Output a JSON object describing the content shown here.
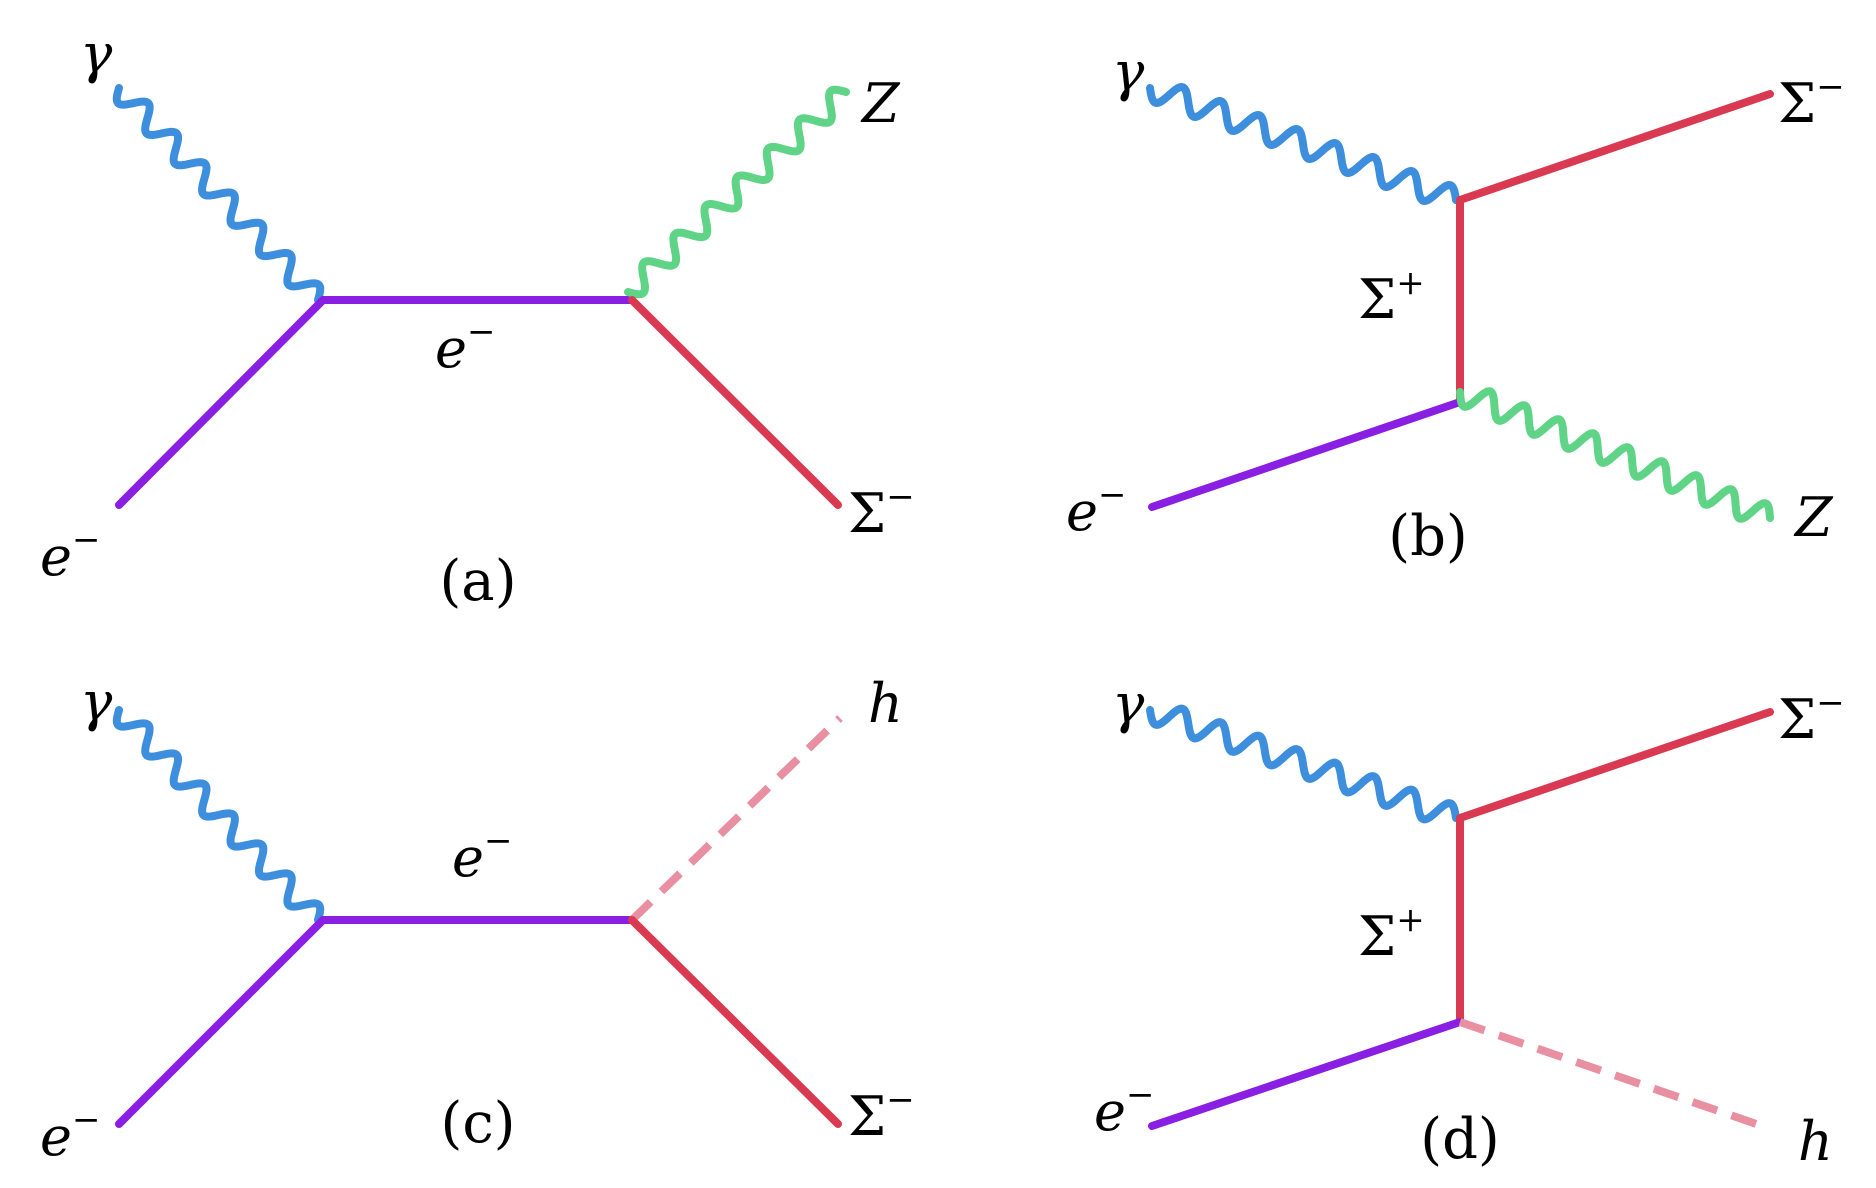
{
  "colors": {
    "photon": "#3d8fde",
    "electron": "#8a1fe4",
    "sigma": "#d93a52",
    "z_boson": "#5fd486",
    "higgs": "#e890a2"
  },
  "diagrams": {
    "a": {
      "caption": "(a)",
      "photon_label": "γ",
      "electron_in_label": "e",
      "electron_in_sup": "−",
      "propagator_label": "e",
      "propagator_sup": "−",
      "boson_out_label": "Z",
      "sigma_out_label": "Σ",
      "sigma_out_sup": "−"
    },
    "b": {
      "caption": "(b)",
      "photon_label": "γ",
      "electron_in_label": "e",
      "electron_in_sup": "−",
      "propagator_label": "Σ",
      "propagator_sup": "+",
      "sigma_out_label": "Σ",
      "sigma_out_sup": "−",
      "boson_out_label": "Z"
    },
    "c": {
      "caption": "(c)",
      "photon_label": "γ",
      "electron_in_label": "e",
      "electron_in_sup": "−",
      "propagator_label": "e",
      "propagator_sup": "−",
      "higgs_out_label": "h",
      "sigma_out_label": "Σ",
      "sigma_out_sup": "−"
    },
    "d": {
      "caption": "(d)",
      "photon_label": "γ",
      "electron_in_label": "e",
      "electron_in_sup": "−",
      "propagator_label": "Σ",
      "propagator_sup": "+",
      "sigma_out_label": "Σ",
      "sigma_out_sup": "−",
      "higgs_out_label": "h"
    }
  }
}
